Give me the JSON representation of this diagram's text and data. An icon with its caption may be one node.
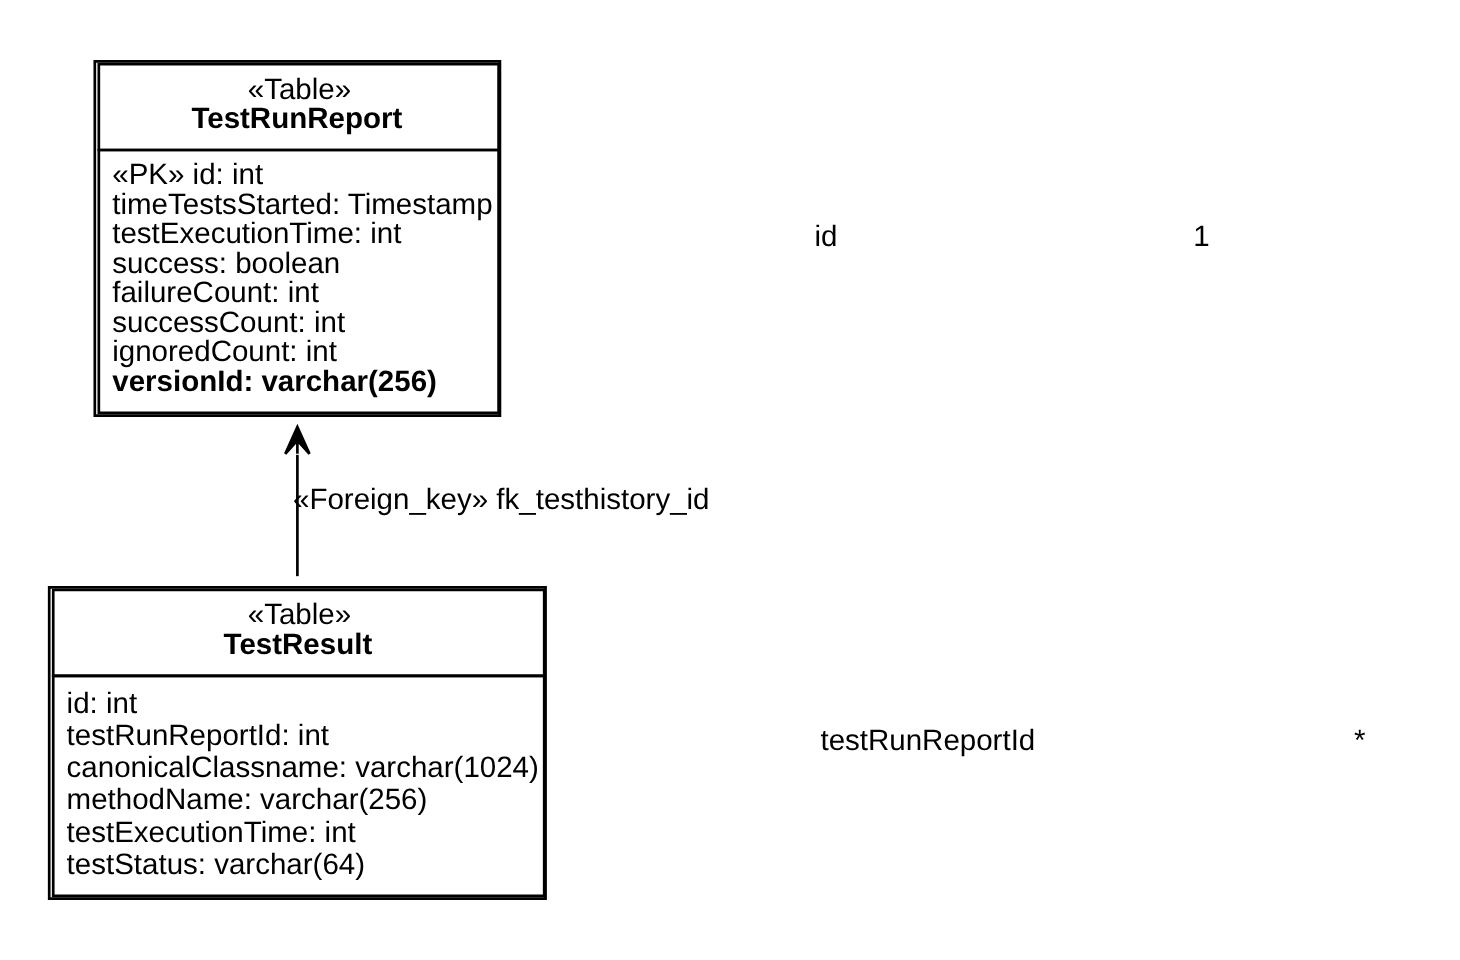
{
  "diagram": {
    "nodes": [
      {
        "text": [
          "«Table»",
          "TestRunReport",
          "«PK» id: int",
          "timeTestsStarted: Timestamp",
          "testExecutionTime: int",
          "success: boolean",
          "failureCount: int",
          "successCount: int",
          "ignoredCount: int",
          "versionId: varchar(256)"
        ]
      },
      {
        "text": [
          "«Table»",
          "TestResult",
          "id: int",
          "testRunReportId: int",
          "canonicalClassname: varchar(1024)",
          "methodName: varchar(256)",
          "testExecutionTime: int",
          "testStatus: varchar(64)"
        ]
      }
    ],
    "edges": [
      {
        "from": 1,
        "to": 0,
        "arrow": "to",
        "label": "«Foreign_key» fk_testhistory_id"
      }
    ],
    "labels": [
      "id",
      "1",
      "testRunReportId",
      "*"
    ]
  }
}
